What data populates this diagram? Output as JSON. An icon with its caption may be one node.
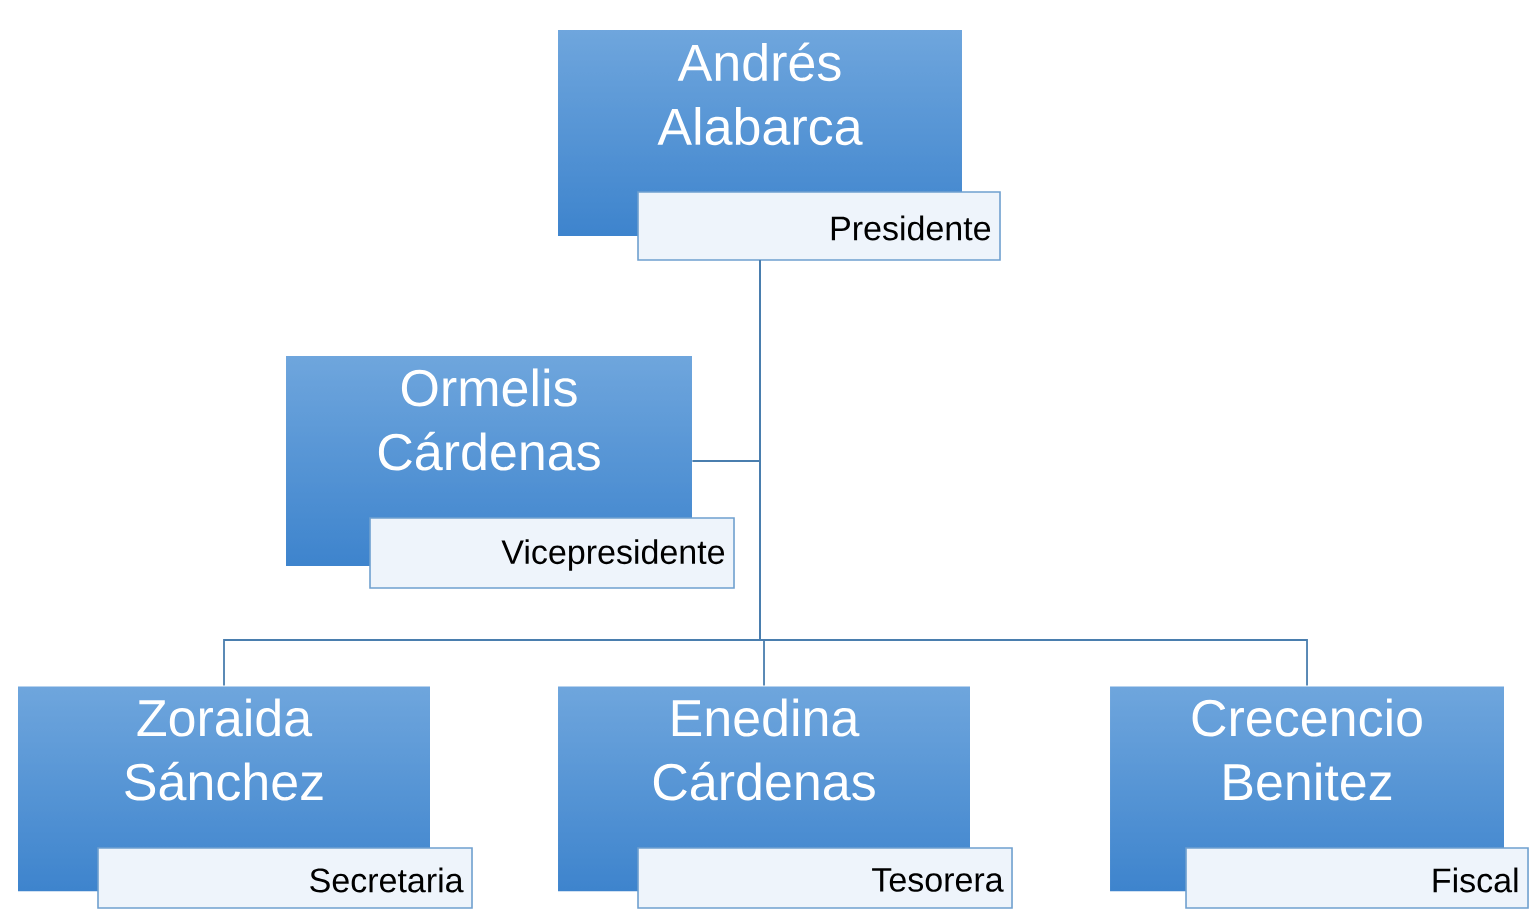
{
  "diagram": {
    "nodes": [
      {
        "text": [
          "Andrés Alabarca",
          "Presidente"
        ]
      },
      {
        "text": [
          "Ormelis Cárdenas",
          "Vicepresidente"
        ]
      },
      {
        "text": [
          "Zoraida Sánchez",
          "Secretaria"
        ]
      },
      {
        "text": [
          "Enedina Cárdenas",
          "Tesorera"
        ]
      },
      {
        "text": [
          "Crecencio Benitez",
          "Fiscal"
        ]
      }
    ],
    "edges": [
      {
        "from": 0,
        "to": 1,
        "arrow": "none"
      },
      {
        "from": 0,
        "to": 2,
        "arrow": "none"
      },
      {
        "from": 0,
        "to": 3,
        "arrow": "none"
      },
      {
        "from": 0,
        "to": 4,
        "arrow": "none"
      }
    ]
  }
}
